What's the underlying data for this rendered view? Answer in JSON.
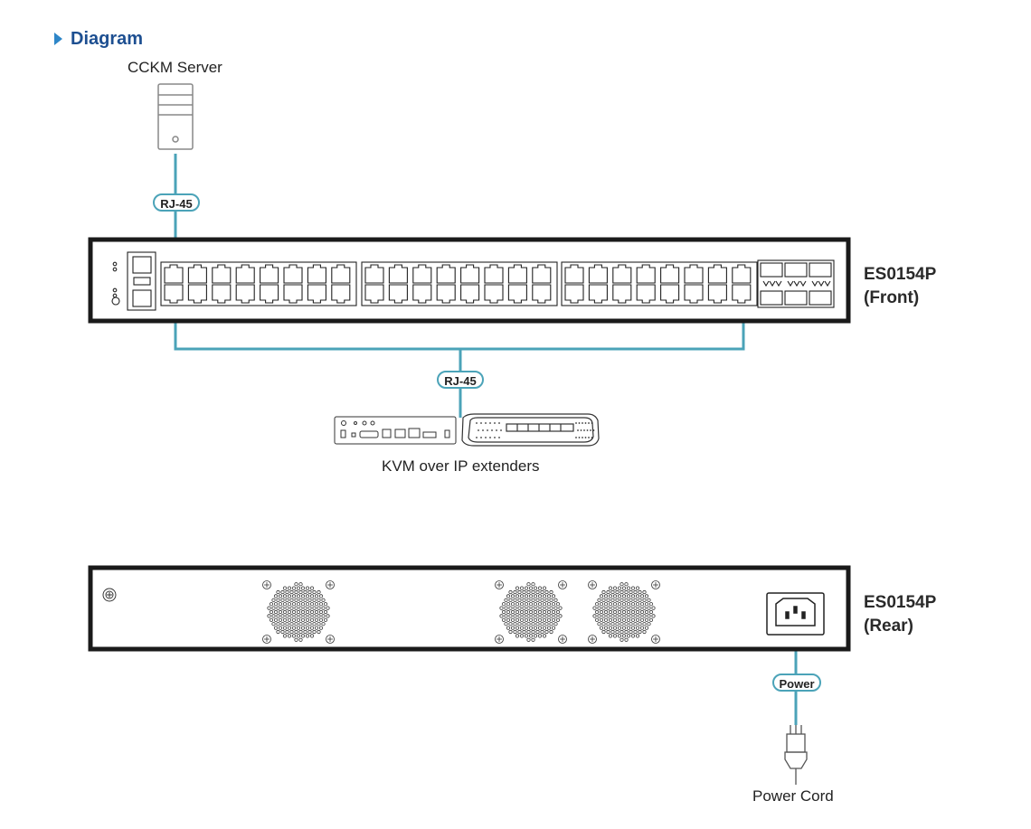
{
  "heading": "Diagram",
  "server": {
    "label": "CCKM Server"
  },
  "front": {
    "model": "ES0154P",
    "view": "(Front)"
  },
  "rear": {
    "model": "ES0154P",
    "view": "(Rear)"
  },
  "connections": {
    "server_link": "RJ-45",
    "extender_link": "RJ-45",
    "power_link": "Power"
  },
  "extenders": {
    "label": "KVM over IP extenders"
  },
  "power_cord": {
    "label": "Power Cord"
  },
  "colors": {
    "heading": "#1d4f91",
    "cable": "#4ba3b8",
    "outline": "#1a1a1a",
    "device_icon": "#888888"
  }
}
